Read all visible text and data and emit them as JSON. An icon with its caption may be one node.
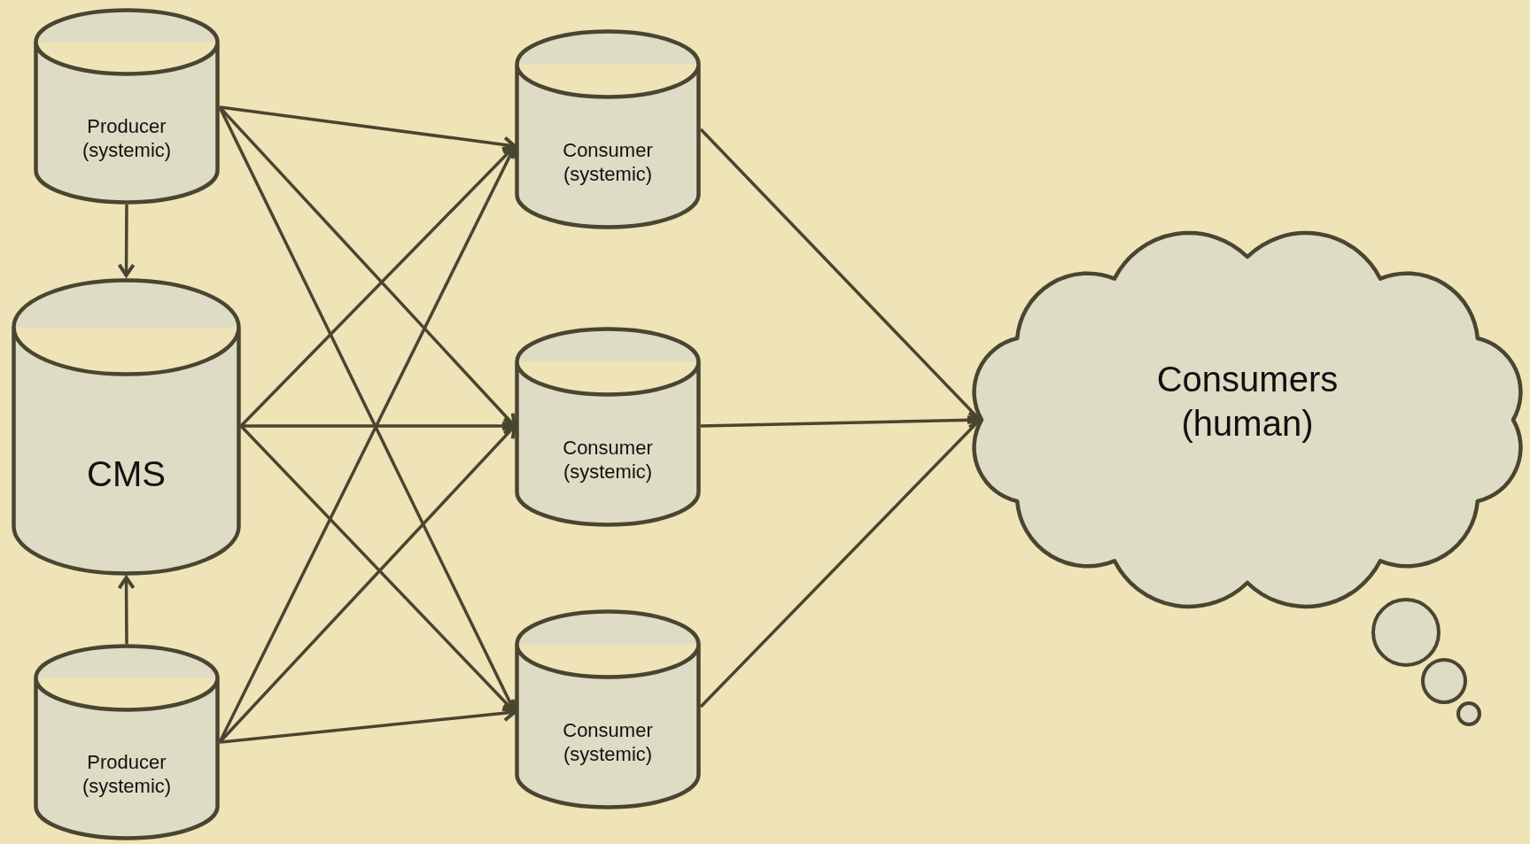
{
  "diagram": {
    "nodes": [
      {
        "text": [
          "Producer (systemic)"
        ]
      },
      {
        "text": [
          "CMS"
        ]
      },
      {
        "text": [
          "Producer (systemic)"
        ]
      },
      {
        "text": [
          "Consumer (systemic)"
        ]
      },
      {
        "text": [
          "Consumer (systemic)"
        ]
      },
      {
        "text": [
          "Consumer (systemic)"
        ]
      },
      {
        "text": [
          "Consumers (human)"
        ]
      }
    ],
    "edges": [
      {
        "from": 0,
        "to": 1,
        "arrow": "to"
      },
      {
        "from": 2,
        "to": 1,
        "arrow": "to"
      },
      {
        "from": 0,
        "to": 3,
        "arrow": "to"
      },
      {
        "from": 0,
        "to": 4,
        "arrow": "to"
      },
      {
        "from": 0,
        "to": 5,
        "arrow": "to"
      },
      {
        "from": 1,
        "to": 3,
        "arrow": "to"
      },
      {
        "from": 1,
        "to": 4,
        "arrow": "to"
      },
      {
        "from": 1,
        "to": 5,
        "arrow": "to"
      },
      {
        "from": 2,
        "to": 3,
        "arrow": "to"
      },
      {
        "from": 2,
        "to": 4,
        "arrow": "to"
      },
      {
        "from": 2,
        "to": 5,
        "arrow": "to"
      },
      {
        "from": 3,
        "to": 6,
        "arrow": "to"
      },
      {
        "from": 4,
        "to": 6,
        "arrow": "to"
      },
      {
        "from": 5,
        "to": 6,
        "arrow": "to"
      }
    ]
  }
}
